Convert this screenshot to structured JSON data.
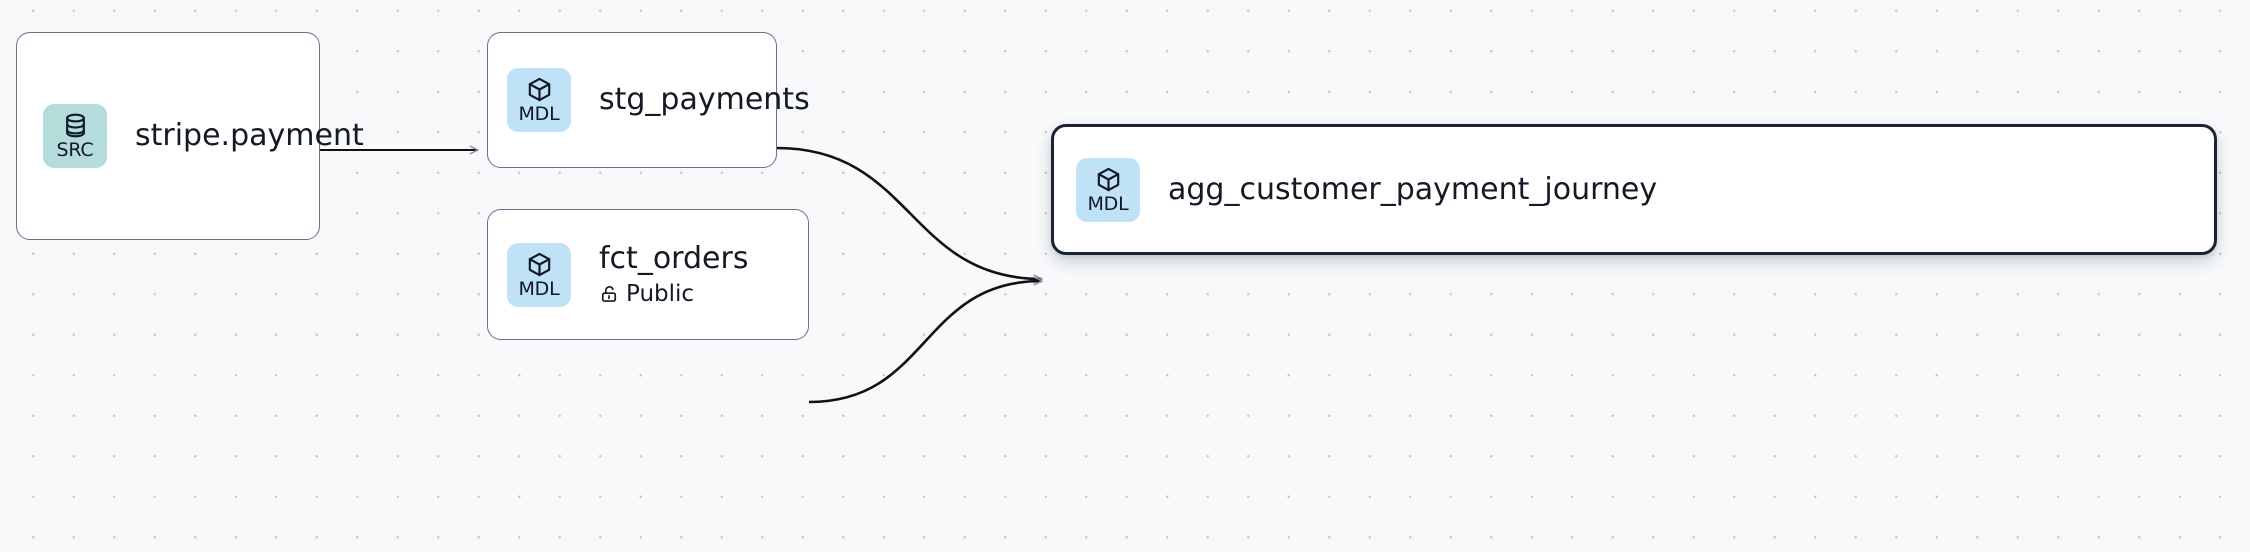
{
  "canvas": {
    "background_color": "#f7f9fb",
    "dot_color": "#c3c8d4",
    "grid_spacing": 40
  },
  "colors": {
    "source_badge": "#b3dcda",
    "model_badge": "#c0e2f7",
    "node_border": "#69718a",
    "selected_border": "#1b2333",
    "edge": "#111111",
    "text": "#141a24"
  },
  "nodes": [
    {
      "id": "stripe-payment",
      "title": "stripe.payment",
      "badge_label": "SRC",
      "badge_kind": "source",
      "icon": "database-icon",
      "selected": false,
      "subtitle": null
    },
    {
      "id": "stg-payments",
      "title": "stg_payments",
      "badge_label": "MDL",
      "badge_kind": "model",
      "icon": "cube-icon",
      "selected": false,
      "subtitle": null
    },
    {
      "id": "fct-orders",
      "title": "fct_orders",
      "badge_label": "MDL",
      "badge_kind": "model",
      "icon": "cube-icon",
      "selected": false,
      "subtitle": "Public",
      "subtitle_icon": "unlock-icon"
    },
    {
      "id": "agg-customer-payment-journey",
      "title": "agg_customer_payment_journey",
      "badge_label": "MDL",
      "badge_kind": "model",
      "icon": "cube-icon",
      "selected": true,
      "subtitle": null
    }
  ],
  "edges": [
    {
      "id": "edge-stripe-to-stg",
      "from": "stripe-payment",
      "to": "stg-payments",
      "style": "straight",
      "arrow": true
    },
    {
      "id": "edge-stg-to-agg",
      "from": "stg-payments",
      "to": "agg-customer-payment-journey",
      "style": "bezier",
      "arrow": true
    },
    {
      "id": "edge-fct-to-agg",
      "from": "fct-orders",
      "to": "agg-customer-payment-journey",
      "style": "bezier",
      "arrow": true
    }
  ]
}
